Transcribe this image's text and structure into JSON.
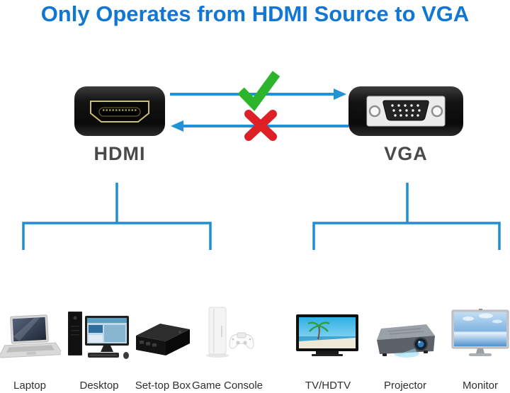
{
  "title": "Only Operates from HDMI Source to VGA",
  "connectors": {
    "hdmi": {
      "label": "HDMI"
    },
    "vga": {
      "label": "VGA"
    }
  },
  "flow": {
    "forward": {
      "from": "HDMI",
      "to": "VGA",
      "allowed": true,
      "icon": "green-checkmark"
    },
    "reverse": {
      "from": "VGA",
      "to": "HDMI",
      "allowed": false,
      "icon": "red-cross"
    }
  },
  "hdmi_devices": [
    "Laptop",
    "Desktop",
    "Set-top Box",
    "Game Console"
  ],
  "vga_devices": [
    "TV/HDTV",
    "Projector",
    "Monitor"
  ],
  "colors": {
    "title_blue": "#1277d3",
    "line_blue": "#1e93d6",
    "check_green": "#2cb52c",
    "cross_red": "#dc2026",
    "connector_label_gray": "#4a4a4a",
    "device_label": "#2f2f2f",
    "connector_black": "#0d0d0d",
    "hdmi_port_gold": "#cbbd72"
  }
}
